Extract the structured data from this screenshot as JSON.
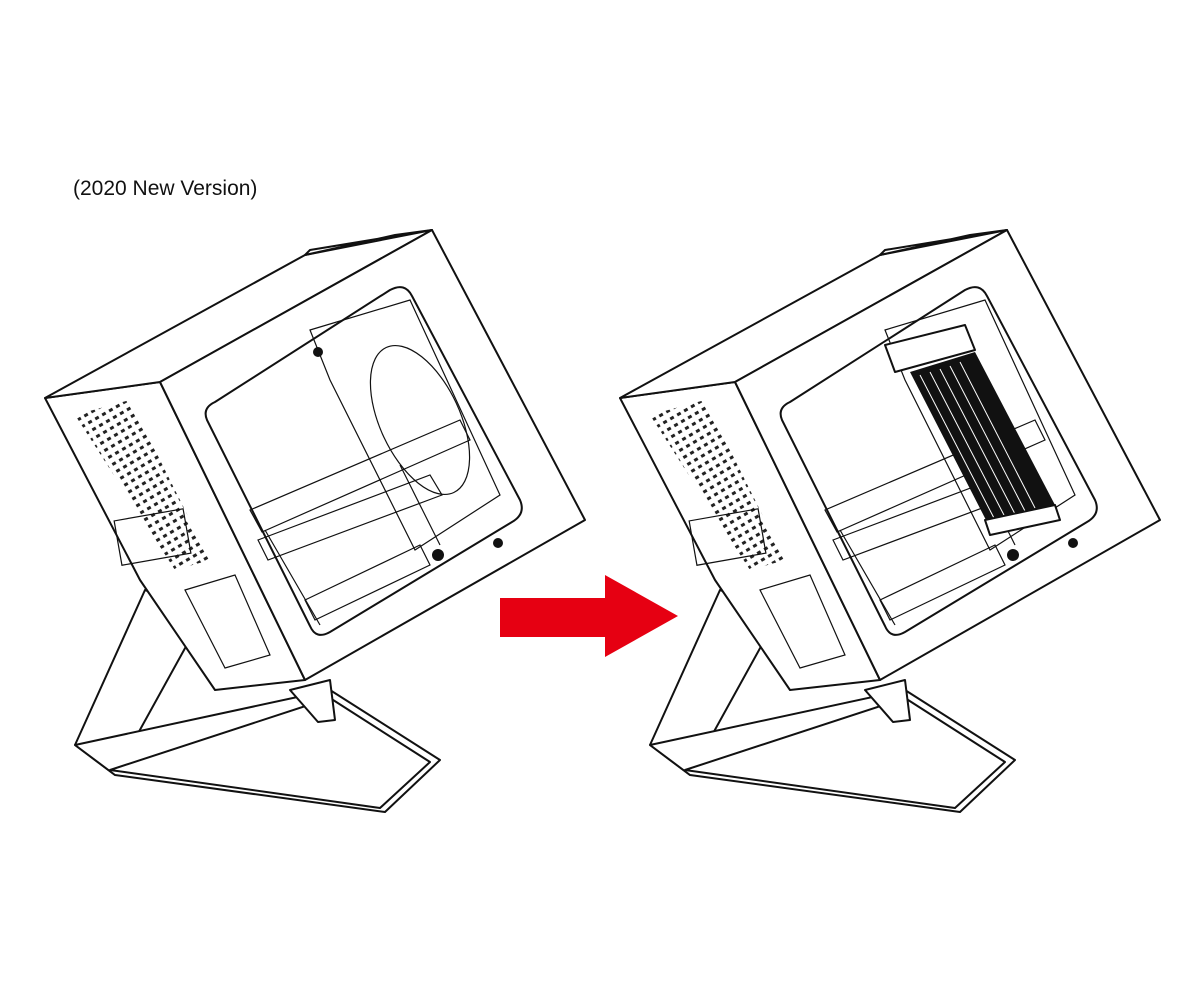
{
  "caption": "(2020 New Version)",
  "colors": {
    "arrow": "#e60012",
    "line": "#111111",
    "radiator": "#111111"
  },
  "figures": [
    {
      "name": "case-before",
      "icon": "pc-case-icon"
    },
    {
      "name": "case-after-with-radiator",
      "icon": "pc-case-radiator-icon"
    }
  ],
  "arrow_icon": "right-arrow-icon"
}
